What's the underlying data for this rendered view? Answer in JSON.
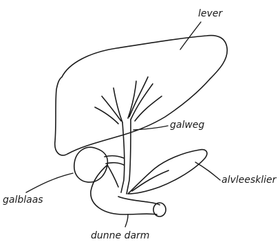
{
  "labels": {
    "liver": "lever",
    "bile_duct": "galweg",
    "pancreas": "alvleesklier",
    "gallbladder": "galblaas",
    "small_intestine": "dunne darm"
  }
}
